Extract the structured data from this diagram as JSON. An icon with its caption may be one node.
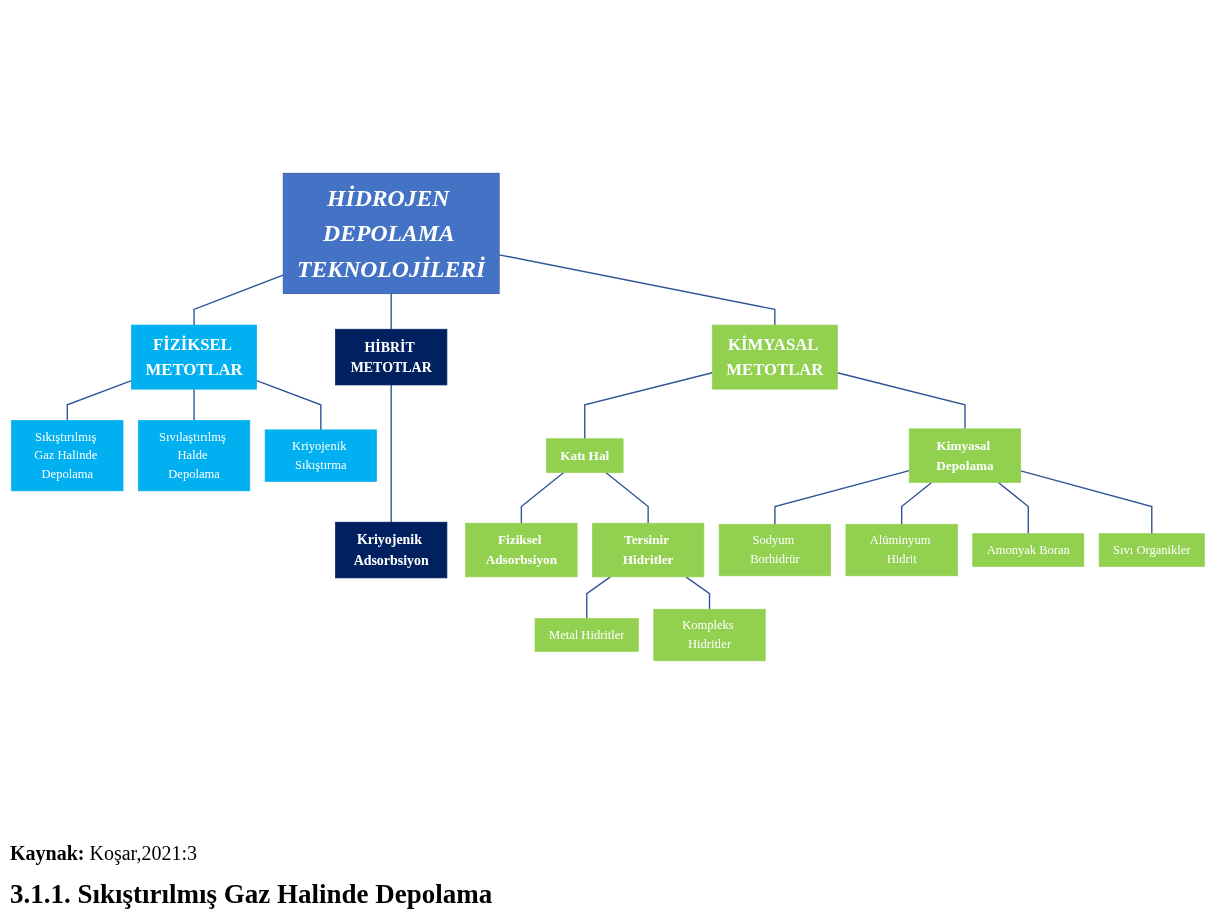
{
  "diagram": {
    "nodes": [
      {
        "text": [
          "HİDROJEN DEPOLAMA TEKNOLOJİLERİ"
        ]
      },
      {
        "text": [
          "FİZİKSEL METOTLAR"
        ]
      },
      {
        "text": [
          "KİMYASAL METOTLAR"
        ]
      },
      {
        "text": [
          "HİBRİT METOTLAR"
        ]
      },
      {
        "text": [
          "Sıkıştırılmış Gaz Halinde Depolama"
        ]
      },
      {
        "text": [
          "Sıvılaştırılmş Halde Depolama"
        ]
      },
      {
        "text": [
          "Kriyojenik Sıkıştırma"
        ]
      },
      {
        "text": [
          "Katı Hal"
        ]
      },
      {
        "text": [
          "Kimyasal Depolama"
        ]
      },
      {
        "text": [
          "Kriyojenik Adsorbsiyon"
        ]
      },
      {
        "text": [
          "Fiziksel Adsorbsiyon"
        ]
      },
      {
        "text": [
          "Tersinir Hidritler"
        ]
      },
      {
        "text": [
          "Metal Hidritler"
        ]
      },
      {
        "text": [
          "Kompleks Hidritler"
        ]
      },
      {
        "text": [
          "Sodyum Borhidrür"
        ]
      },
      {
        "text": [
          "Alüminyum Hidrit"
        ]
      },
      {
        "text": [
          "Amonyak Boran"
        ]
      },
      {
        "text": [
          "Sıvı Organikler"
        ]
      }
    ],
    "edges": [
      {
        "from": 0,
        "to": 1,
        "arrow": "none"
      },
      {
        "from": 0,
        "to": 2,
        "arrow": "none"
      },
      {
        "from": 0,
        "to": 3,
        "arrow": "none"
      },
      {
        "from": 1,
        "to": 4,
        "arrow": "none"
      },
      {
        "from": 1,
        "to": 5,
        "arrow": "none"
      },
      {
        "from": 1,
        "to": 6,
        "arrow": "none"
      },
      {
        "from": 2,
        "to": 7,
        "arrow": "none"
      },
      {
        "from": 2,
        "to": 8,
        "arrow": "none"
      },
      {
        "from": 3,
        "to": 9,
        "arrow": "none"
      },
      {
        "from": 7,
        "to": 10,
        "arrow": "none"
      },
      {
        "from": 7,
        "to": 11,
        "arrow": "none"
      },
      {
        "from": 11,
        "to": 12,
        "arrow": "none"
      },
      {
        "from": 11,
        "to": 13,
        "arrow": "none"
      },
      {
        "from": 8,
        "to": 14,
        "arrow": "none"
      },
      {
        "from": 8,
        "to": 15,
        "arrow": "none"
      },
      {
        "from": 8,
        "to": 16,
        "arrow": "none"
      },
      {
        "from": 8,
        "to": 17,
        "arrow": "none"
      }
    ],
    "labels": [
      "Kaynak:",
      "Koşar,2021:3",
      "3.1.1. Sıkıştırılmış Gaz Halinde Depolama"
    ]
  }
}
